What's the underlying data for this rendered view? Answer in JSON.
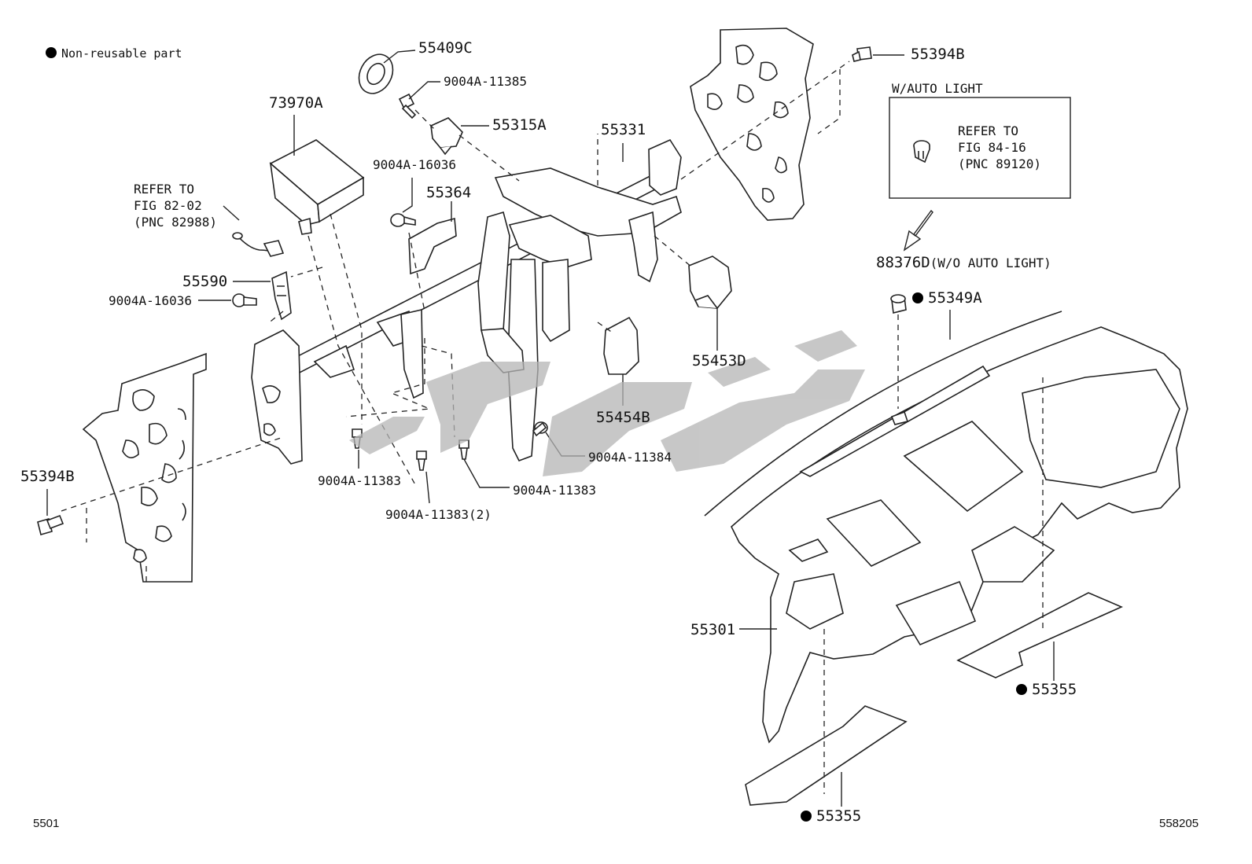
{
  "legend": {
    "text": "Non-reusable part",
    "marker": "filled-circle-icon"
  },
  "labels": {
    "p55409C": "55409C",
    "p9004A_11385": "9004A-11385",
    "p55315A": "55315A",
    "p73970A": "73970A",
    "p9004A_16036_top": "9004A-16036",
    "p55364": "55364",
    "p55331": "55331",
    "p55394B_top": "55394B",
    "p55590": "55590",
    "p9004A_16036_left": "9004A-16036",
    "p55453D": "55453D",
    "p55454B": "55454B",
    "p9004A_11384": "9004A-11384",
    "p9004A_11383_a": "9004A-11383",
    "p9004A_11383_b": "9004A-11383",
    "p9004A_11383_2": "9004A-11383(2)",
    "p55394B_left": "55394B",
    "p88376D": "88376D",
    "p88376D_note": "(W/O AUTO LIGHT)",
    "p55349A": "55349A",
    "p55301": "55301",
    "p55355_right": "55355",
    "p55355_bottom": "55355"
  },
  "refer_left": {
    "line1": "REFER TO",
    "line2": "FIG 82-02",
    "line3": "(PNC 82988)"
  },
  "auto_light_box": {
    "title": "W/AUTO LIGHT",
    "line1": "REFER TO",
    "line2": "FIG 84-16",
    "line3": "(PNC 89120)"
  },
  "corner": {
    "left": "5501",
    "right": "558205"
  },
  "colors": {
    "line": "#222222",
    "watermark": "#b5b5b5",
    "background": "#ffffff"
  }
}
